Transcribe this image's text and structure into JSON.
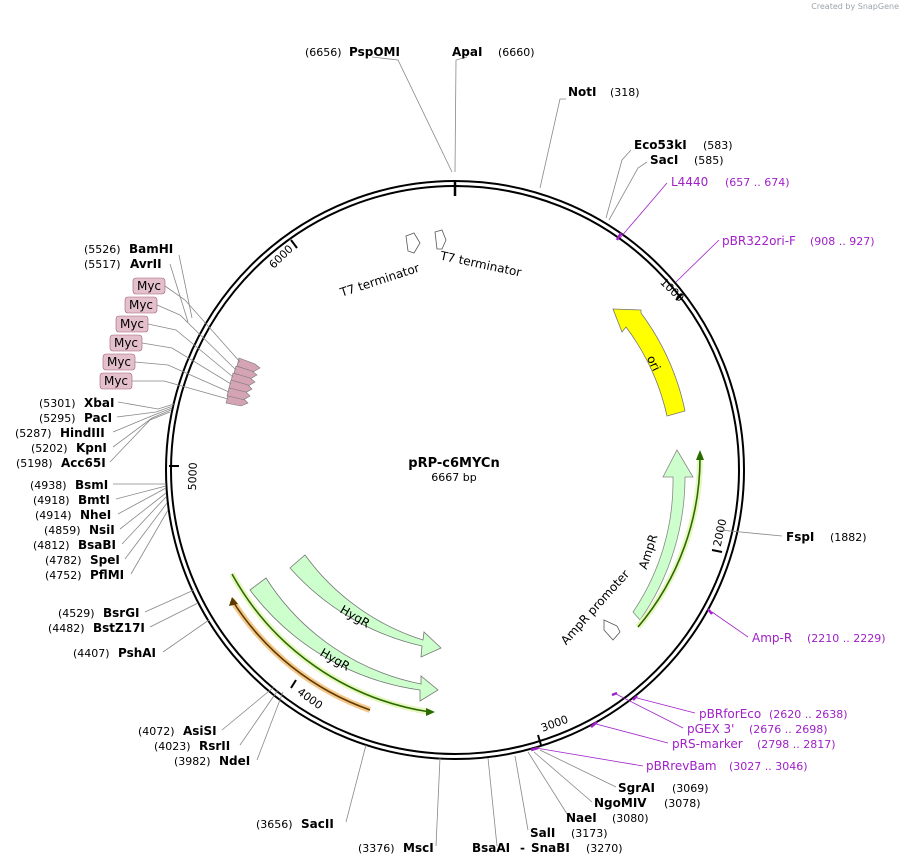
{
  "credit": "Created by SnapGene",
  "plasmid": {
    "name": "pRP-c6MYCn",
    "size": "6667 bp"
  },
  "ticks": [
    "1000",
    "2000",
    "3000",
    "4000",
    "5000",
    "6000"
  ],
  "sites": [
    {
      "id": "psp",
      "name": "PspOMI",
      "pos": "(6656)"
    },
    {
      "id": "apa",
      "name": "ApaI",
      "pos": "(6660)"
    },
    {
      "id": "not",
      "name": "NotI",
      "pos": "(318)"
    },
    {
      "id": "eco53",
      "name": "Eco53kI",
      "pos": "(583)"
    },
    {
      "id": "sac",
      "name": "SacI",
      "pos": "(585)"
    },
    {
      "id": "fsp",
      "name": "FspI",
      "pos": "(1882)"
    },
    {
      "id": "sgra",
      "name": "SgrAI",
      "pos": "(3069)"
    },
    {
      "id": "ngom",
      "name": "NgoMIV",
      "pos": "(3078)"
    },
    {
      "id": "nae",
      "name": "NaeI",
      "pos": "(3080)"
    },
    {
      "id": "sal",
      "name": "SalI",
      "pos": "(3173)"
    },
    {
      "id": "snab",
      "name": "SnaBI",
      "pos": "(3270)"
    },
    {
      "id": "bsaa",
      "name": "BsaAI",
      "pos": ""
    },
    {
      "id": "msc",
      "name": "MscI",
      "pos": "(3376)"
    },
    {
      "id": "sac2",
      "name": "SacII",
      "pos": "(3656)"
    },
    {
      "id": "nde",
      "name": "NdeI",
      "pos": "(3982)"
    },
    {
      "id": "rsr",
      "name": "RsrII",
      "pos": "(4023)"
    },
    {
      "id": "asis",
      "name": "AsiSI",
      "pos": "(4072)"
    },
    {
      "id": "psha",
      "name": "PshAI",
      "pos": "(4407)"
    },
    {
      "id": "bstz",
      "name": "BstZ17I",
      "pos": "(4482)"
    },
    {
      "id": "bsrg",
      "name": "BsrGI",
      "pos": "(4529)"
    },
    {
      "id": "pflm",
      "name": "PflMI",
      "pos": "(4752)"
    },
    {
      "id": "spe",
      "name": "SpeI",
      "pos": "(4782)"
    },
    {
      "id": "bsab",
      "name": "BsaBI",
      "pos": "(4812)"
    },
    {
      "id": "nsi",
      "name": "NsiI",
      "pos": "(4859)"
    },
    {
      "id": "nhe",
      "name": "NheI",
      "pos": "(4914)"
    },
    {
      "id": "bmt",
      "name": "BmtI",
      "pos": "(4918)"
    },
    {
      "id": "bsm",
      "name": "BsmI",
      "pos": "(4938)"
    },
    {
      "id": "acc65",
      "name": "Acc65I",
      "pos": "(5198)"
    },
    {
      "id": "kpn",
      "name": "KpnI",
      "pos": "(5202)"
    },
    {
      "id": "hind",
      "name": "HindIII",
      "pos": "(5287)"
    },
    {
      "id": "pac",
      "name": "PacI",
      "pos": "(5295)"
    },
    {
      "id": "xba",
      "name": "XbaI",
      "pos": "(5301)"
    },
    {
      "id": "avr",
      "name": "AvrII",
      "pos": "(5517)"
    },
    {
      "id": "bam",
      "name": "BamHI",
      "pos": "(5526)"
    }
  ],
  "primers": [
    {
      "id": "l4440",
      "name": "L4440",
      "range": "(657 .. 674)"
    },
    {
      "id": "pbr322",
      "name": "pBR322ori-F",
      "range": "(908 .. 927)"
    },
    {
      "id": "ampr",
      "name": "Amp-R",
      "range": "(2210 .. 2229)"
    },
    {
      "id": "pbrfor",
      "name": "pBRforEco",
      "range": "(2620 .. 2638)"
    },
    {
      "id": "pgex",
      "name": "pGEX 3'",
      "range": "(2676 .. 2698)"
    },
    {
      "id": "prs",
      "name": "pRS-marker",
      "range": "(2798 .. 2817)"
    },
    {
      "id": "pbrrev",
      "name": "pBRrevBam",
      "range": "(3027 .. 3046)"
    }
  ],
  "features": {
    "ori": "ori",
    "ampr": "AmpR",
    "ampr_promoter": "AmpR promoter",
    "hygr1": "HygR",
    "hygr2": "HygR",
    "t7_1": "T7 terminator",
    "t7_2": "T7 terminator",
    "myc": [
      "Myc",
      "Myc",
      "Myc",
      "Myc",
      "Myc",
      "Myc"
    ]
  },
  "colors": {
    "ori": "#ffff00",
    "marker": "#ccffcc",
    "myc_tag": "#d4a4b4",
    "primer": "#a020c8",
    "orange_track": "#f5c78a"
  }
}
